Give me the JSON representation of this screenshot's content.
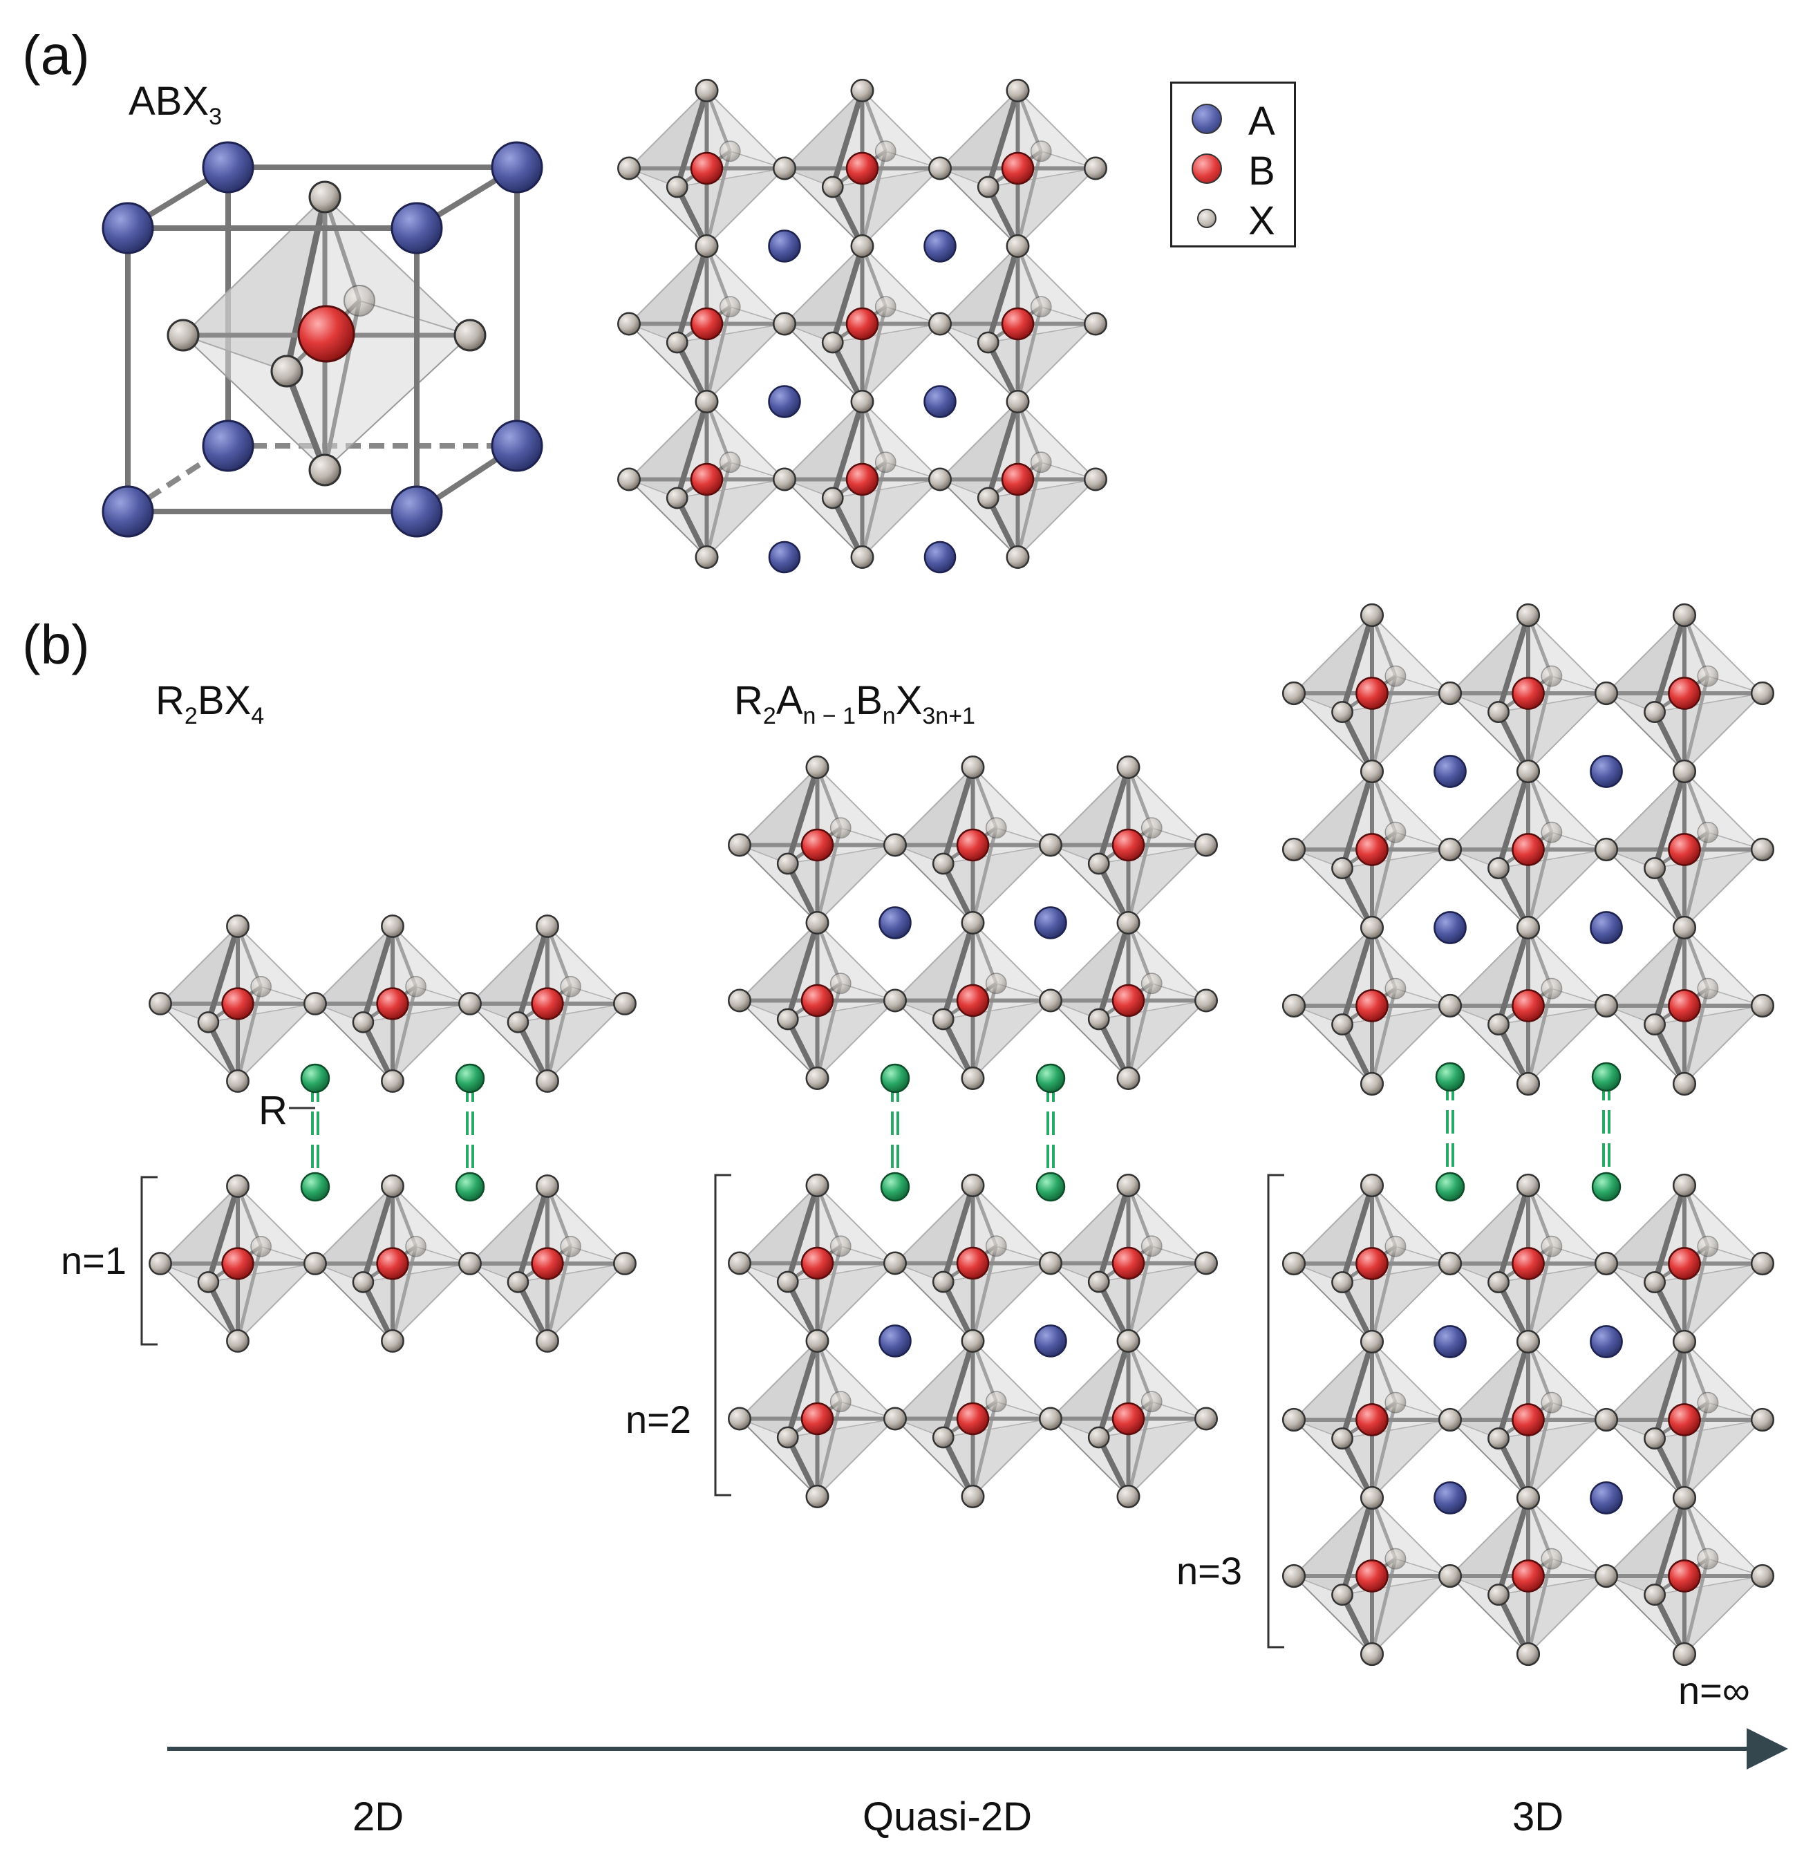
{
  "panels": {
    "a": "(a)",
    "b": "(b)"
  },
  "formulas": {
    "abx3": {
      "main": "ABX",
      "sub": "3"
    },
    "r2bx4": [
      "R",
      "2",
      "BX",
      "4"
    ],
    "quasi": [
      "R",
      "2",
      "A",
      "n − 1",
      "B",
      "n",
      "X",
      "3n+1"
    ]
  },
  "legend": [
    {
      "label": "A",
      "color": "#4f5aa3"
    },
    {
      "label": "B",
      "color": "#e23a3a"
    },
    {
      "label": "X",
      "color": "#bdb7b0"
    }
  ],
  "spacer_label": "R",
  "layer_labels": {
    "n1": "n=1",
    "n2": "n=2",
    "n3": "n=3",
    "ninf": "n=∞"
  },
  "axis": {
    "left": "2D",
    "middle": "Quasi-2D",
    "right": "3D"
  },
  "colors": {
    "A": "#4f5aa3",
    "B": "#e23a3a",
    "X": "#bdb7b0",
    "R": "#2aa865",
    "axis": "#34474f"
  }
}
